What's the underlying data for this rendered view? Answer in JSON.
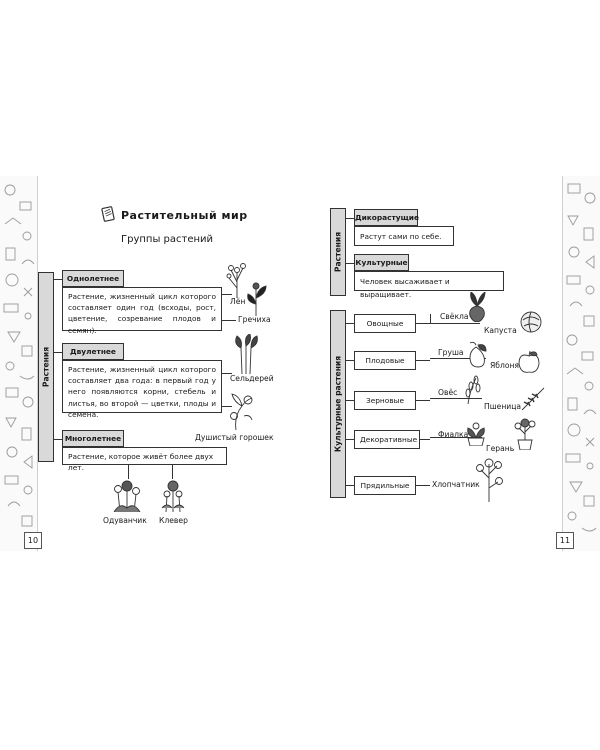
{
  "left_page": {
    "heading": "Растительный мир",
    "subheading": "Группы растений",
    "side_label": "Растения",
    "page_number": "10",
    "groups": [
      {
        "tag": "Однолетнее",
        "text": "Растение, жизненный цикл которого составляет один год (всходы, рост, цветение, созревание плодов и семян)."
      },
      {
        "tag": "Двулетнее",
        "text": "Растение, жизненный цикл которого составляет два года: в первый год у него появляются корни, стебель и листья, во второй — цветки, плоды и семена."
      },
      {
        "tag": "Многолетнее",
        "text": "Растение, которое живёт более двух лет."
      }
    ],
    "plants": [
      "Лён",
      "Гречиха",
      "Сельдерей",
      "Душистый горошек",
      "Одуванчик",
      "Клевер"
    ]
  },
  "right_page": {
    "side_label_top": "Растения",
    "side_label_bottom": "Культурные растения",
    "page_number": "11",
    "top_groups": [
      {
        "tag": "Дикорастущие",
        "text": "Растут сами по себе."
      },
      {
        "tag": "Культурные",
        "text": "Человек высаживает и выращивает."
      }
    ],
    "categories": [
      {
        "name": "Овощные",
        "items": [
          "Свёкла",
          "Капуста"
        ]
      },
      {
        "name": "Плодовые",
        "items": [
          "Груша",
          "Яблоня"
        ]
      },
      {
        "name": "Зерновые",
        "items": [
          "Овёс",
          "Пшеница"
        ]
      },
      {
        "name": "Декоративные",
        "items": [
          "Фиалка",
          "Герань"
        ]
      },
      {
        "name": "Прядильные",
        "items": [
          "Хлопчатник"
        ]
      }
    ]
  }
}
